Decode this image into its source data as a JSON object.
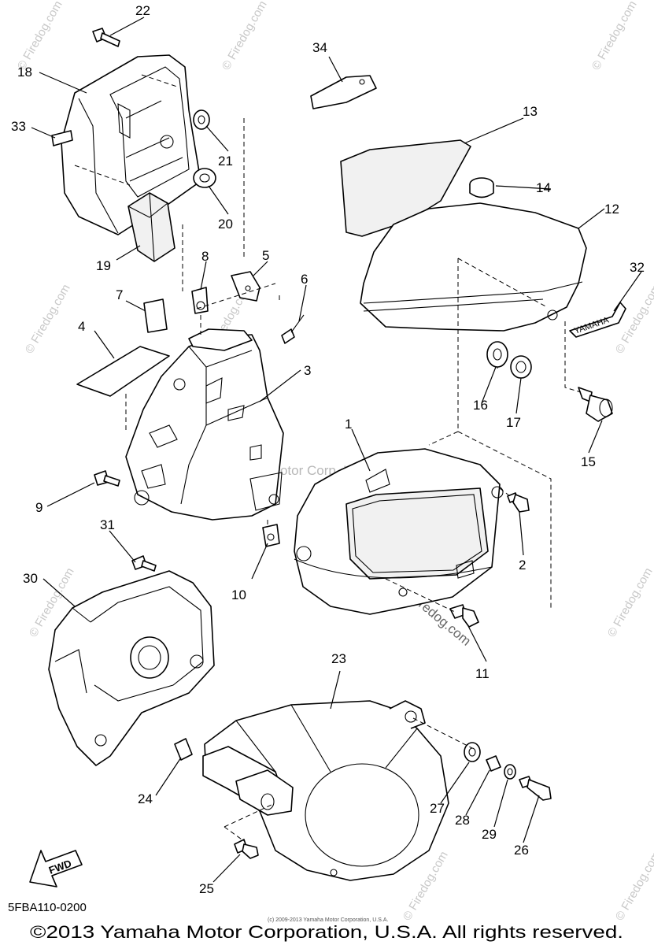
{
  "diagram": {
    "callouts": [
      "1",
      "2",
      "3",
      "4",
      "5",
      "6",
      "7",
      "8",
      "9",
      "10",
      "11",
      "12",
      "13",
      "14",
      "15",
      "16",
      "17",
      "18",
      "19",
      "20",
      "21",
      "22",
      "23",
      "24",
      "25",
      "26",
      "27",
      "28",
      "29",
      "30",
      "31",
      "32",
      "33",
      "34"
    ],
    "decal_text": "YAMAHA",
    "fwd_label": "FWD",
    "center_watermark": "Yamaha Motor Corp. U.S.A.",
    "watermark": "© Firedog.com",
    "watermark_alt": "Firedog.com",
    "diagram_code": "5FBA110-0200",
    "small_print": "(c) 2009-2013 Yamaha Motor Corporation, U.S.A.",
    "copyright": "©2013 Yamaha Motor Corporation, U.S.A. All rights reserved."
  }
}
